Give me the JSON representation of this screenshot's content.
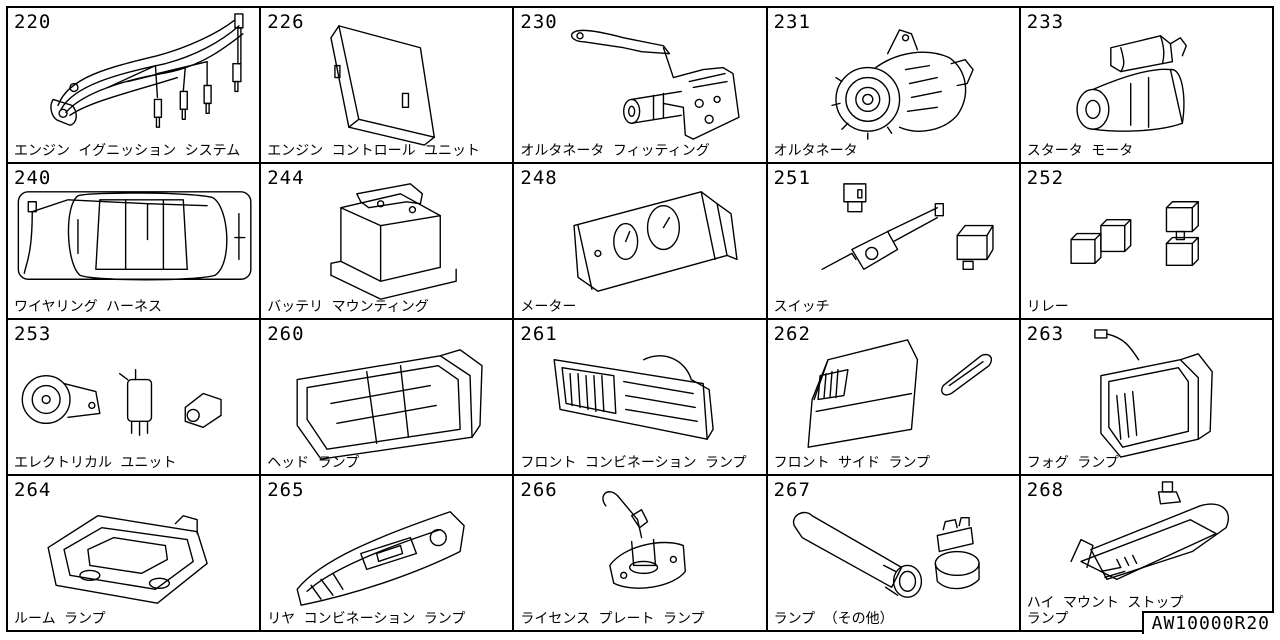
{
  "cells": [
    {
      "code": "220",
      "label": "エンジン イグニッション システム",
      "icon": "ignition-wiring"
    },
    {
      "code": "226",
      "label": "エンジン コントロール ユニット",
      "icon": "control-unit"
    },
    {
      "code": "230",
      "label": "オルタネータ フィッティング",
      "icon": "alternator-bracket"
    },
    {
      "code": "231",
      "label": "オルタネータ",
      "icon": "alternator"
    },
    {
      "code": "233",
      "label": "スタータ モータ",
      "icon": "starter-motor"
    },
    {
      "code": "240",
      "label": "ワイヤリング ハーネス",
      "icon": "car-harness"
    },
    {
      "code": "244",
      "label": "バッテリ マウンティング",
      "icon": "battery"
    },
    {
      "code": "248",
      "label": "メーター",
      "icon": "meter-cluster"
    },
    {
      "code": "251",
      "label": "スイッチ",
      "icon": "switches"
    },
    {
      "code": "252",
      "label": "リレー",
      "icon": "relays"
    },
    {
      "code": "253",
      "label": "エレクトリカル ユニット",
      "icon": "horn-units"
    },
    {
      "code": "260",
      "label": "ヘッド ランプ",
      "icon": "headlamp"
    },
    {
      "code": "261",
      "label": "フロント コンビネーション ランプ",
      "icon": "front-combination-lamp"
    },
    {
      "code": "262",
      "label": "フロント サイド ランプ",
      "icon": "front-side-lamp"
    },
    {
      "code": "263",
      "label": "フォグ ランプ",
      "icon": "fog-lamp"
    },
    {
      "code": "264",
      "label": "ルーム ランプ",
      "icon": "room-lamp"
    },
    {
      "code": "265",
      "label": "リヤ コンビネーション ランプ",
      "icon": "rear-combination-lamp"
    },
    {
      "code": "266",
      "label": "ライセンス プレート ランプ",
      "icon": "license-lamp"
    },
    {
      "code": "267",
      "label": "ランプ （その他）",
      "icon": "bulbs"
    },
    {
      "code": "268",
      "label": "ハイ マウント ストップ\nランプ",
      "icon": "high-mount-stop-lamp"
    }
  ],
  "reference": "AW10000R20"
}
